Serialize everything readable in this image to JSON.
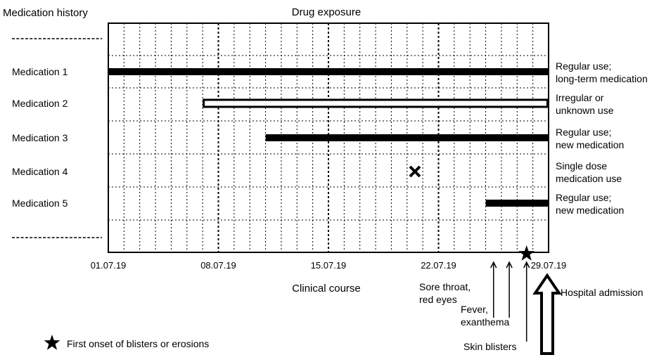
{
  "header": {
    "left_title": "Medication history",
    "center_title": "Drug exposure"
  },
  "rows": [
    {
      "label": "Medication 1",
      "bar_type": "solid",
      "start": "01.07.19",
      "end": "29.07.19",
      "note_lines": [
        "Regular use;",
        "long-term medication"
      ]
    },
    {
      "label": "Medication 2",
      "bar_type": "hollow",
      "start": "07.07.19",
      "end": "29.07.19",
      "note_lines": [
        "Irregular or",
        "unknown use"
      ]
    },
    {
      "label": "Medication 3",
      "bar_type": "solid",
      "start": "11.07.19",
      "end": "29.07.19",
      "note_lines": [
        "Regular use;",
        "new medication"
      ]
    },
    {
      "label": "Medication 4",
      "bar_type": "cross",
      "date": "20.07.19",
      "note_lines": [
        "Single dose",
        "medication use"
      ]
    },
    {
      "label": "Medication 5",
      "bar_type": "solid",
      "start": "25.07.19",
      "end": "29.07.19",
      "note_lines": [
        "Regular use;",
        "new medication"
      ]
    }
  ],
  "axis": {
    "tick_labels": [
      "01.07.19",
      "08.07.19",
      "15.07.19",
      "22.07.19",
      "29.07.19"
    ],
    "caption": "Clinical course",
    "total_days": 28
  },
  "events": [
    {
      "day_offset": 24.5,
      "label_lines": [
        "Sore throat,",
        "red eyes"
      ]
    },
    {
      "day_offset": 25.5,
      "label_lines": [
        "Fever,",
        "exanthema"
      ]
    },
    {
      "day_offset": 26.6,
      "label_lines": [
        "Skin blisters"
      ]
    }
  ],
  "onset_marker": {
    "day_offset": 26.6
  },
  "admission": {
    "label": "Hospital admission"
  },
  "legend": {
    "star_label": "First onset of blisters or erosions"
  },
  "colors": {
    "ink": "#000000",
    "background": "#ffffff"
  }
}
